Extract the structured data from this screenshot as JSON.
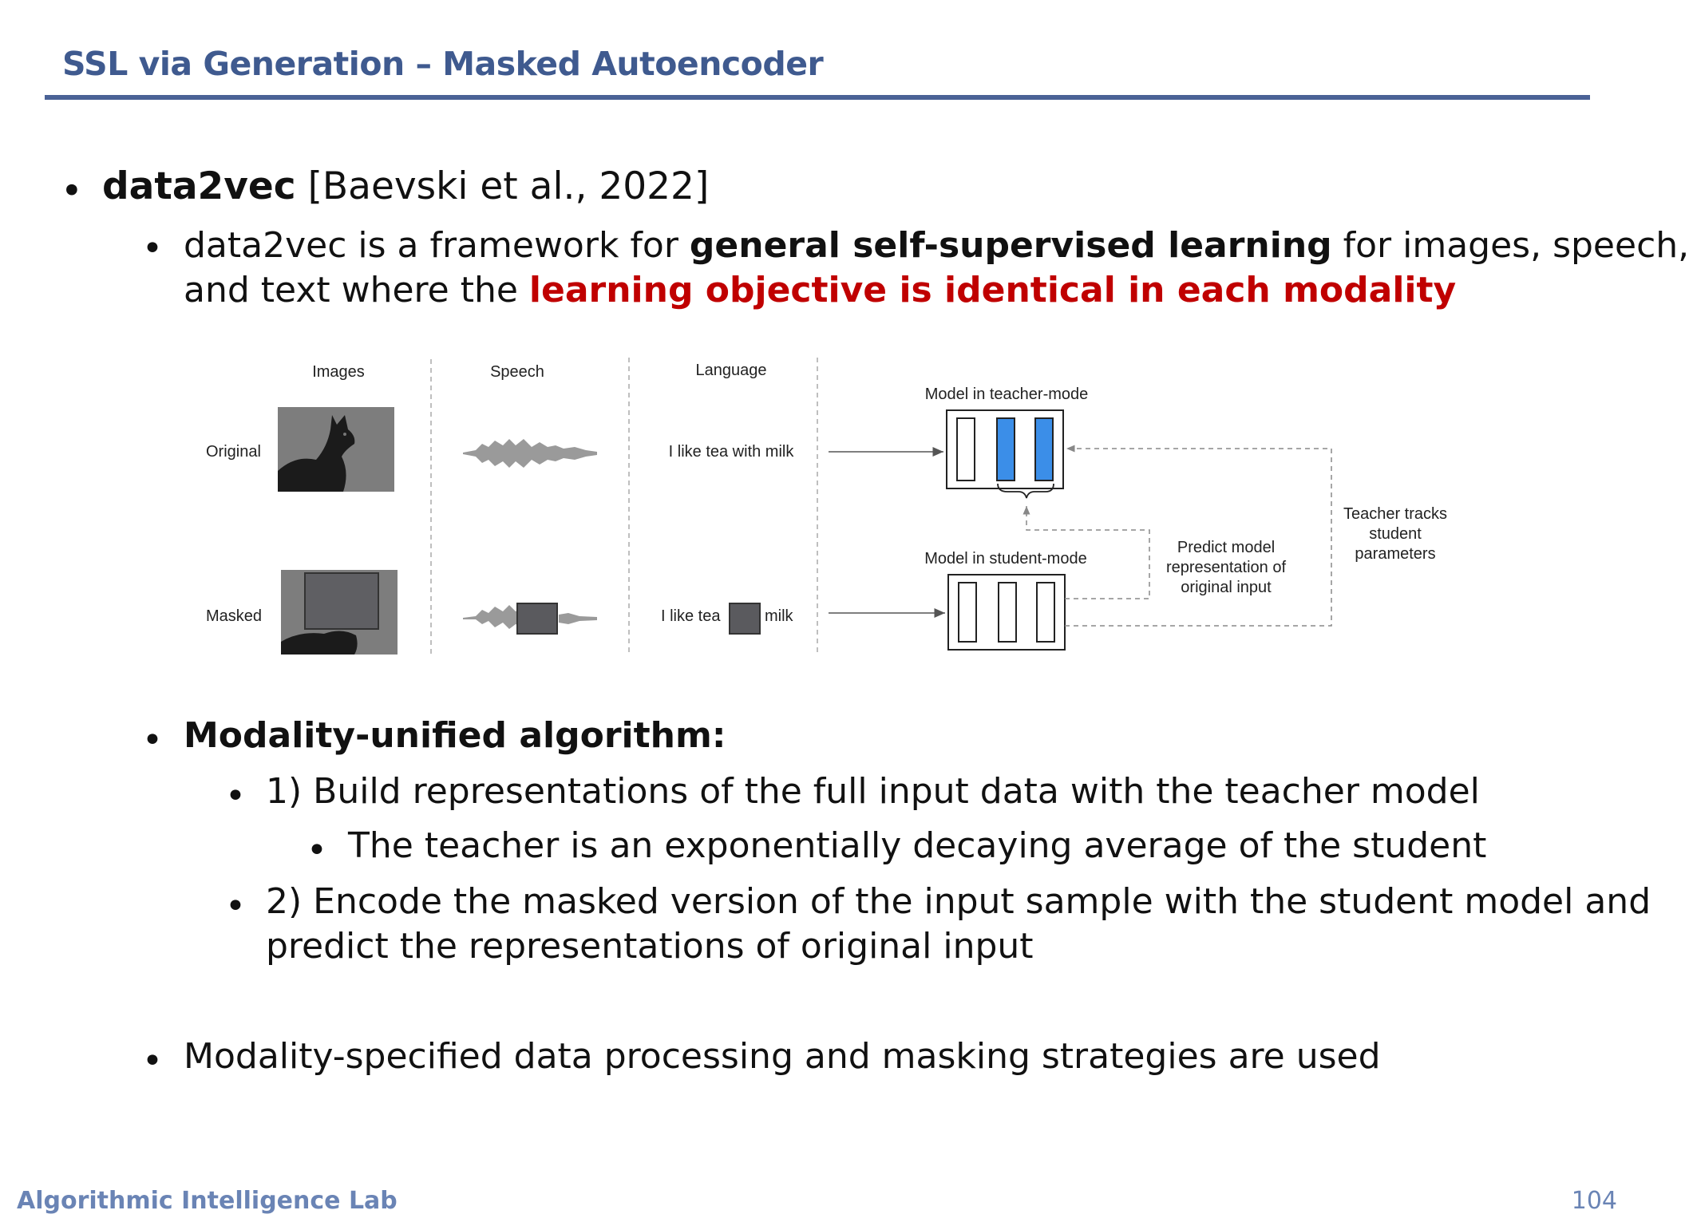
{
  "slide": {
    "title": "SSL via Generation – Masked Autoencoder",
    "footer_left": "Algorithmic Intelligence Lab",
    "page_number": "104"
  },
  "bullets": {
    "b1_bold": "data2vec",
    "b1_rest": " [Baevski et al., 2022]",
    "b1_1_a": "data2vec is a framework for ",
    "b1_1_bold": "general self-supervised learning",
    "b1_1_b": " for images, speech,",
    "b1_1_c": "and text where the ",
    "b1_1_red": "learning objective is identical in each modality",
    "b2": "Modality-unified algorithm:",
    "b2_1": "1) Build representations of the full input data with the teacher model",
    "b2_1_1": "The teacher is an exponentially decaying average of the student",
    "b2_2_a": "2) Encode the masked version of the input sample with the student model and",
    "b2_2_b": "predict the representations of original input",
    "b3": "Modality-specified data processing and masking strategies are used"
  },
  "diagram": {
    "col_images": "Images",
    "col_speech": "Speech",
    "col_language": "Language",
    "row_original": "Original",
    "row_masked": "Masked",
    "text_original": "I like tea with milk",
    "text_masked_a": "I like tea",
    "text_masked_b": "milk",
    "teacher_label": "Model in teacher-mode",
    "student_label": "Model in student-mode",
    "predict_line1": "Predict model",
    "predict_line2": "representation of",
    "predict_line3": "original input",
    "tracks_line1": "Teacher tracks",
    "tracks_line2": "student",
    "tracks_line3": "parameters",
    "colors": {
      "teacher_blue": "#3b8ee8",
      "mask_gray": "#5a5a5e",
      "image_bg": "#7d7d7d"
    }
  }
}
